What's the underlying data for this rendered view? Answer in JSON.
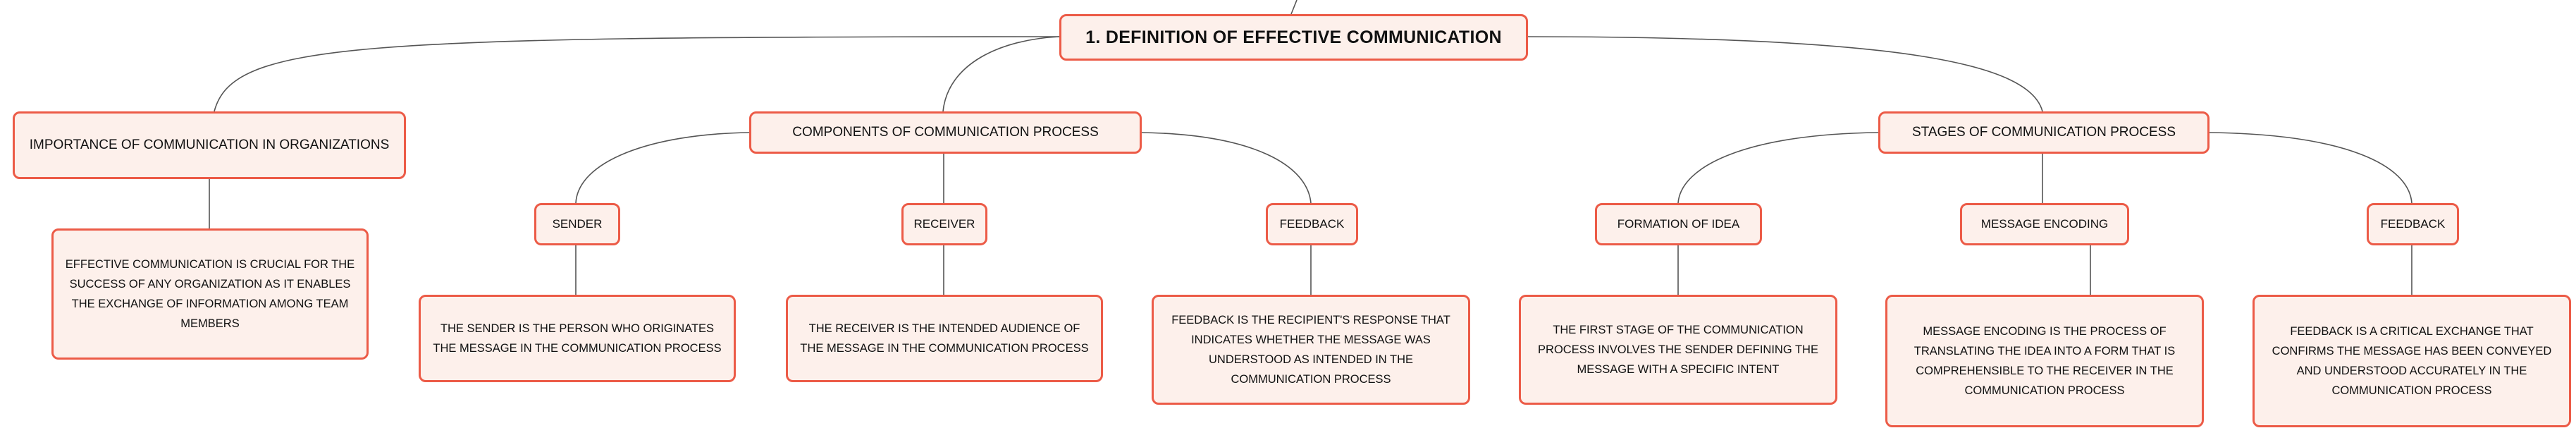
{
  "root": {
    "label": "1. DEFINITION OF EFFECTIVE COMMUNICATION"
  },
  "branches": {
    "importance": {
      "label": "IMPORTANCE OF COMMUNICATION IN ORGANIZATIONS",
      "detail": "EFFECTIVE COMMUNICATION IS CRUCIAL FOR THE SUCCESS OF ANY ORGANIZATION AS IT ENABLES THE EXCHANGE OF INFORMATION AMONG TEAM MEMBERS"
    },
    "components": {
      "label": "COMPONENTS OF COMMUNICATION PROCESS",
      "children": [
        {
          "label": "SENDER",
          "detail": "THE SENDER IS THE PERSON WHO ORIGINATES THE MESSAGE IN THE COMMUNICATION PROCESS"
        },
        {
          "label": "RECEIVER",
          "detail": "THE RECEIVER IS THE INTENDED AUDIENCE OF THE MESSAGE IN THE COMMUNICATION PROCESS"
        },
        {
          "label": "FEEDBACK",
          "detail": "FEEDBACK IS THE RECIPIENT'S RESPONSE THAT INDICATES WHETHER THE MESSAGE WAS UNDERSTOOD AS INTENDED IN THE COMMUNICATION PROCESS"
        }
      ]
    },
    "stages": {
      "label": "STAGES OF COMMUNICATION PROCESS",
      "children": [
        {
          "label": "FORMATION OF IDEA",
          "detail": "THE FIRST STAGE OF THE COMMUNICATION PROCESS INVOLVES THE SENDER DEFINING THE MESSAGE WITH A SPECIFIC INTENT"
        },
        {
          "label": "MESSAGE ENCODING",
          "detail": "MESSAGE ENCODING IS THE PROCESS OF TRANSLATING THE IDEA INTO A FORM THAT IS COMPREHENSIBLE TO THE RECEIVER IN THE COMMUNICATION PROCESS"
        },
        {
          "label": "FEEDBACK",
          "detail": "FEEDBACK IS A CRITICAL EXCHANGE THAT CONFIRMS THE MESSAGE HAS BEEN CONVEYED AND UNDERSTOOD ACCURATELY IN THE COMMUNICATION PROCESS"
        }
      ]
    }
  },
  "colors": {
    "node_border": "#ec5b47",
    "node_fill": "#fdf0eb",
    "connector": "#555555",
    "text": "#111111"
  }
}
